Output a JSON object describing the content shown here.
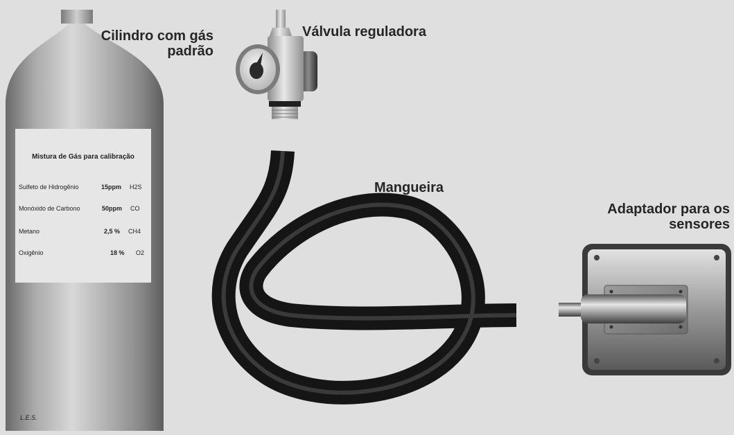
{
  "labels": {
    "cylinder": "Cilindro com gás padrão",
    "valve": "Válvula reguladora",
    "hose": "Mangueira",
    "adapter": "Adaptador para os sensores"
  },
  "cylinder_label": {
    "title": "Mistura de Gás para calibração",
    "rows": [
      {
        "name": "Sulfeto de Hidrogênio",
        "value": "15ppm",
        "formula": "H2S"
      },
      {
        "name": "Monóxido de Carbono",
        "value": "50ppm",
        "formula": "CO"
      },
      {
        "name": "Metano",
        "value": "2,5 %",
        "formula": "CH4"
      },
      {
        "name": "Oxigênio",
        "value": "18 %",
        "formula": "O2"
      }
    ],
    "signature": "L.E.S."
  },
  "colors": {
    "background": "#dfdfdf",
    "hose": "#1c1c1c",
    "metal": "#a8a8a8",
    "text": "#262626"
  },
  "icons": {
    "cylinder": "gas-cylinder-icon",
    "valve": "pressure-regulator-icon",
    "hose": "hose-icon",
    "adapter": "sensor-adapter-icon"
  }
}
